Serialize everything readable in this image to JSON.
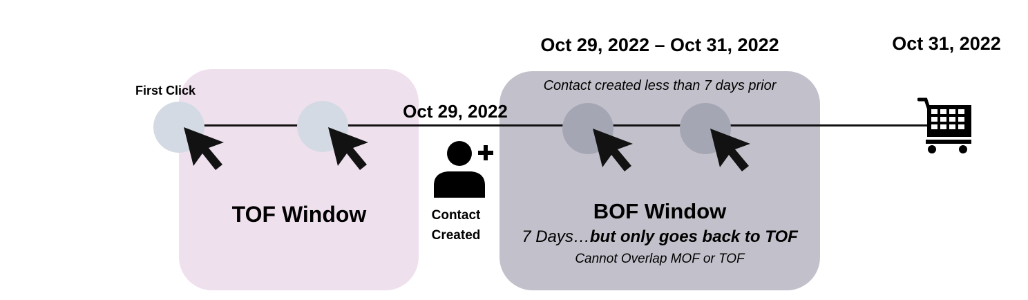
{
  "dates": {
    "bof_range": "Oct 29, 2022 – Oct 31, 2022",
    "purchase": "Oct 31, 2022",
    "contact_created": "Oct 29, 2022"
  },
  "first_click_label": "First Click",
  "tof": {
    "label": "TOF Window"
  },
  "contact": {
    "label_line1": "Contact",
    "label_line2": "Created"
  },
  "bof": {
    "note": "Contact created less than 7 days prior",
    "title": "BOF Window",
    "subtitle_plain": "7 Days…",
    "subtitle_bold": "but only goes back to TOF",
    "caption": "Cannot Overlap MOF or TOF"
  },
  "colors": {
    "tof_window": "#efe0ee",
    "bof_window": "#c2c0ca",
    "touchpoint_light": "#d4dae3",
    "touchpoint_dark": "#a4a6b4"
  },
  "icons": [
    "cursor-icon",
    "add-user-icon",
    "shopping-cart-icon"
  ]
}
